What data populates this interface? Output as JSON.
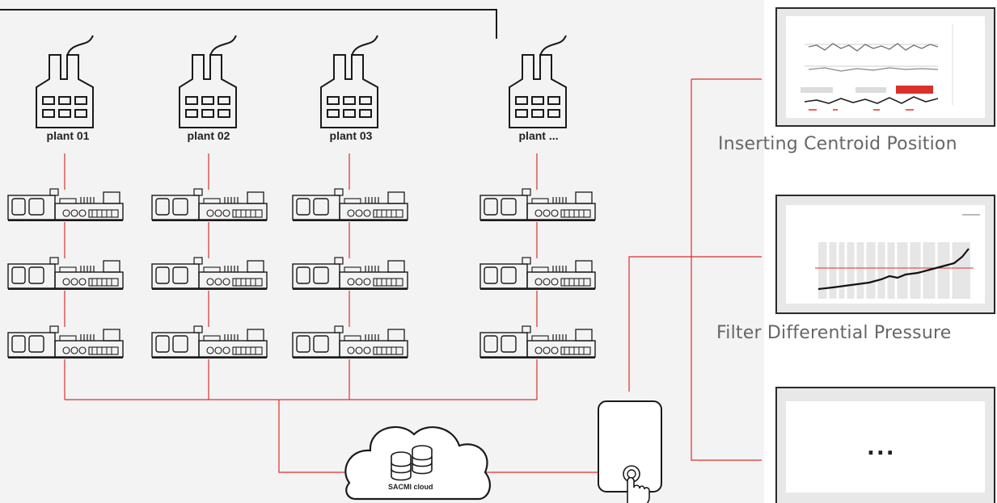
{
  "plants": [
    {
      "label": "plant 01"
    },
    {
      "label": "plant 02"
    },
    {
      "label": "plant 03"
    },
    {
      "label": "plant ..."
    }
  ],
  "cloud": {
    "label": "SACMI cloud"
  },
  "outputs": [
    {
      "caption": "Inserting Centroid Position"
    },
    {
      "caption": "Filter Differential Pressure"
    },
    {
      "caption": ""
    }
  ],
  "more_outputs": {
    "symbol": "..."
  },
  "colors": {
    "accent": "#d9302b",
    "line": "#1a1a1a",
    "panel": "#f3f3f3"
  }
}
